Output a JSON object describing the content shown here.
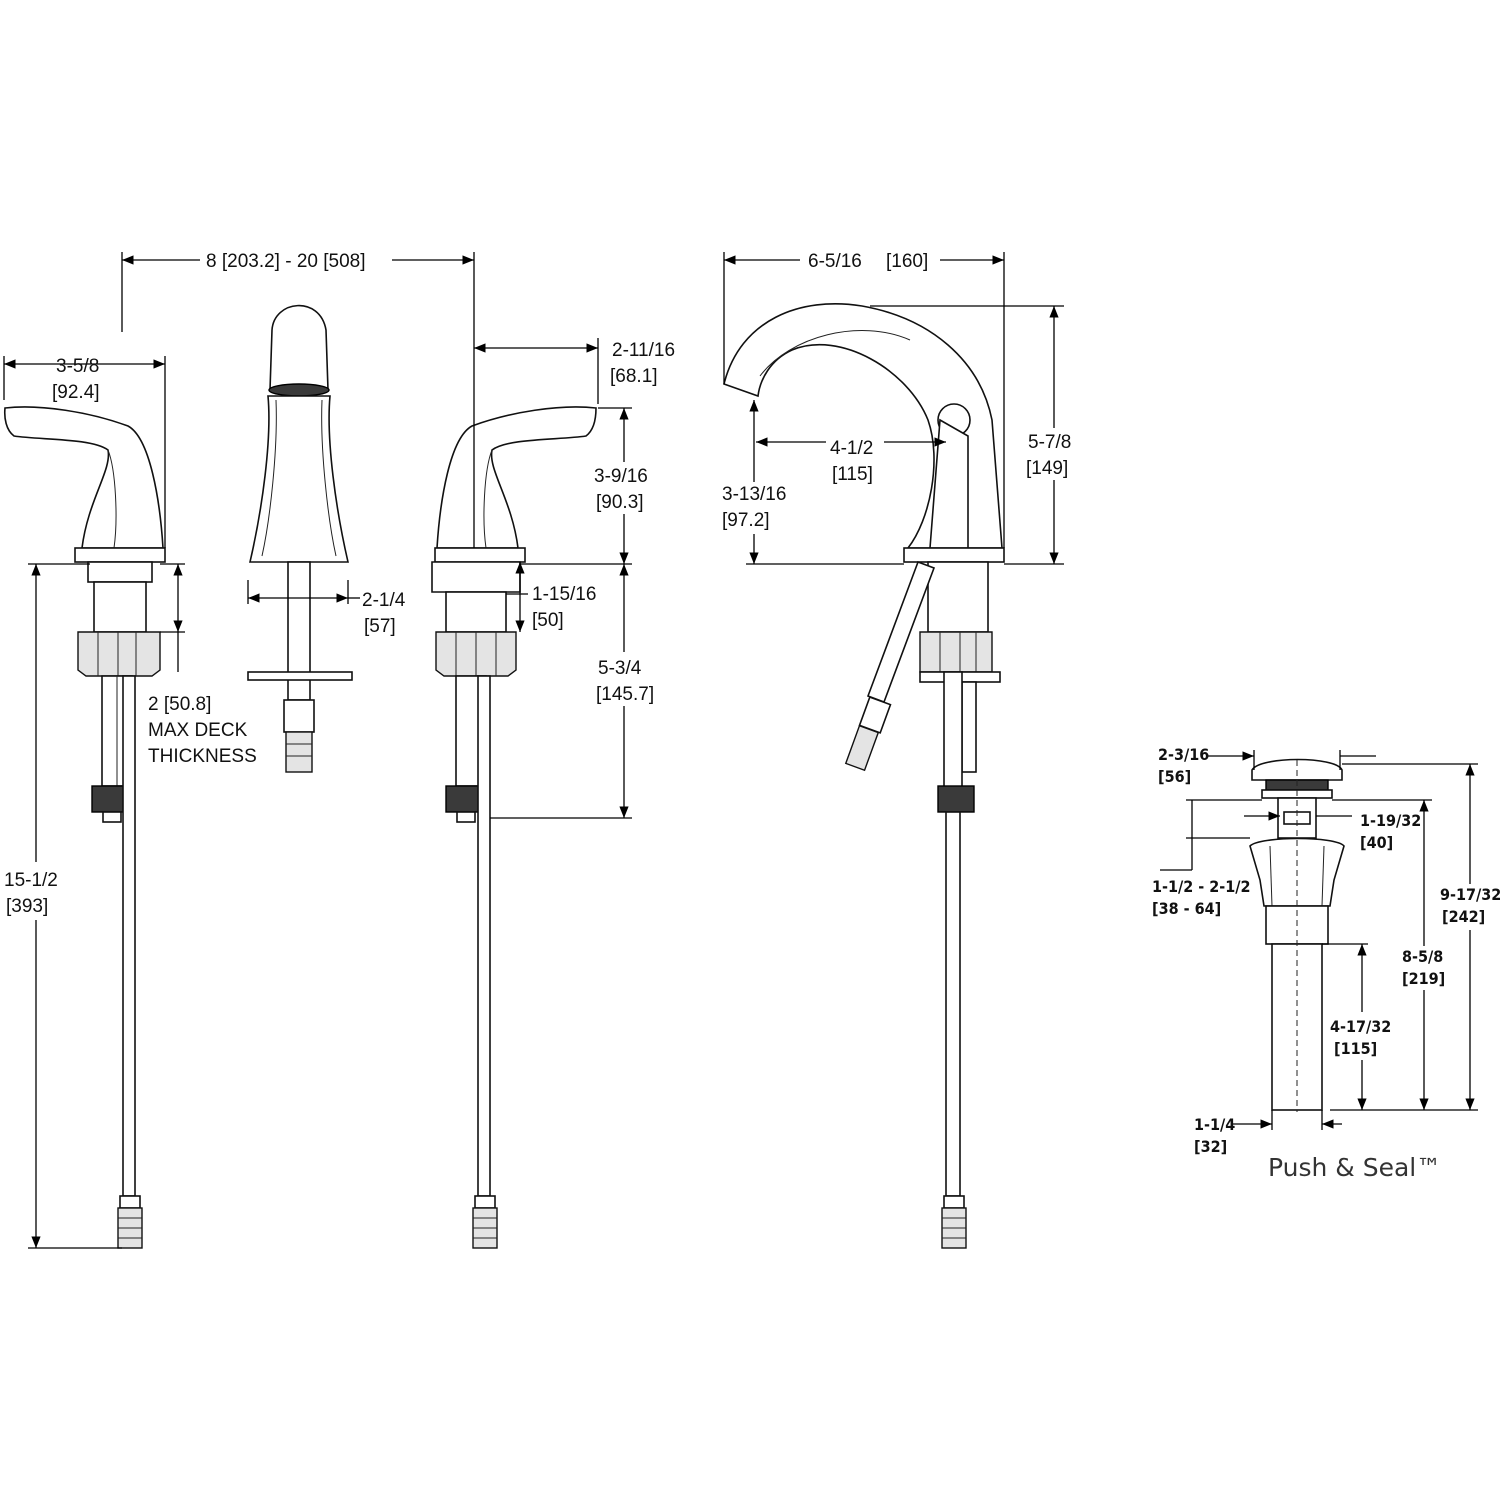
{
  "dimensions": {
    "handle_spread": "8 [203.2] - 20 [508]",
    "handle_width_in": "3-5/8",
    "handle_width_mm": "[92.4]",
    "deck_thickness_in": "2 [50.8]",
    "deck_thickness_line1": "MAX DECK",
    "deck_thickness_line2": "THICKNESS",
    "total_length_in": "15-1/2",
    "total_length_mm": "[393]",
    "spout_base_in": "2-1/4",
    "spout_base_mm": "[57]",
    "handle_depth_in": "2-11/16",
    "handle_depth_mm": "[68.1]",
    "handle_height_in": "3-9/16",
    "handle_height_mm": "[90.3]",
    "shank_in": "1-15/16",
    "shank_mm": "[50]",
    "below_deck_in": "5-3/4",
    "below_deck_mm": "[145.7]",
    "spout_reach_in": "6-5/16",
    "spout_reach_mm": "[160]",
    "spout_height_in": "5-7/8",
    "spout_height_mm": "[149]",
    "spout_clearance_in": "4-1/2",
    "spout_clearance_mm": "[115]",
    "aerator_height_in": "3-13/16",
    "aerator_height_mm": "[97.2]"
  },
  "drain": {
    "cap_dia_in": "2-3/16",
    "cap_dia_mm": "[56]",
    "flange_in": "1-19/32",
    "flange_mm": "[40]",
    "sink_range_in": "1-1/2  -  2-1/2",
    "sink_range_mm": "[38  -  64]",
    "overall_in": "9-17/32",
    "overall_mm": "[242]",
    "body_in": "8-5/8",
    "body_mm": "[219]",
    "tail_in": "4-17/32",
    "tail_mm": "[115]",
    "tail_dia_in": "1-1/4",
    "tail_dia_mm": "[32]",
    "brand_label": "Push & Seal™"
  }
}
